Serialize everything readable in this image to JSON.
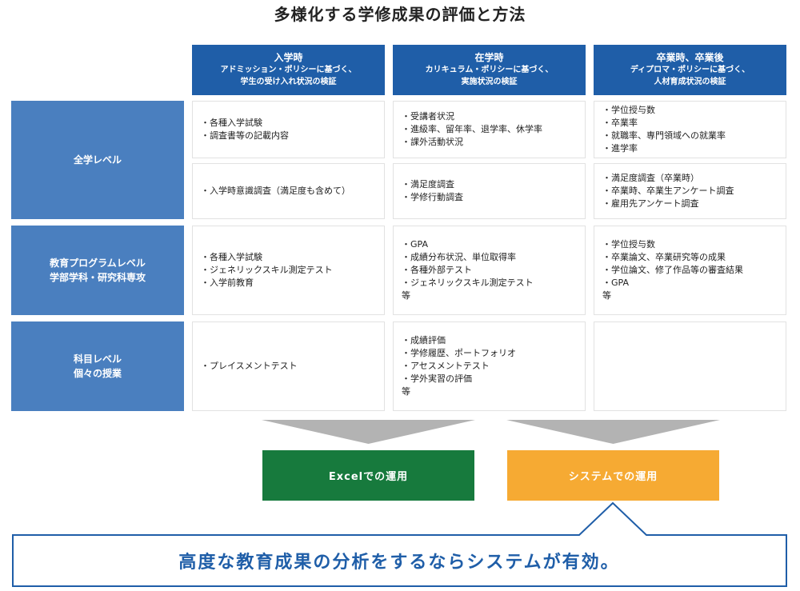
{
  "title": "多様化する学修成果の評価と方法",
  "columns": [
    {
      "title": "入学時",
      "line1": "アドミッション・ポリシーに基づく、",
      "line2": "学生の受け入れ状況の検証"
    },
    {
      "title": "在学時",
      "line1": "カリキュラム・ポリシーに基づく、",
      "line2": "実施状況の検証"
    },
    {
      "title": "卒業時、卒業後",
      "line1": "ディプロマ・ポリシーに基づく、",
      "line2": "人材育成状況の検証"
    }
  ],
  "rows": [
    {
      "label1": "全学レベル",
      "label2": ""
    },
    {
      "label1": "教育プログラムレベル",
      "label2": "学部学科・研究科専攻"
    },
    {
      "label1": "科目レベル",
      "label2": "個々の授業"
    }
  ],
  "cells": {
    "r0a_c0": [
      "・各種入学試験",
      "・調査書等の記載内容"
    ],
    "r0a_c1": [
      "・受講者状況",
      "・進級率、留年率、退学率、休学率",
      "・課外活動状況"
    ],
    "r0a_c2": [
      "・学位授与数",
      "・卒業率",
      "・就職率、専門領域への就業率",
      "・進学率"
    ],
    "r0b_c0": [
      "・入学時意識調査（満足度も含めて）"
    ],
    "r0b_c1": [
      "・満足度調査",
      "・学修行動調査"
    ],
    "r0b_c2": [
      "・満足度調査（卒業時）",
      "・卒業時、卒業生アンケート調査",
      "・雇用先アンケート調査"
    ],
    "r1_c0": [
      "・各種入学試験",
      "・ジェネリックスキル測定テスト",
      "・入学前教育"
    ],
    "r1_c1": [
      "・GPA",
      "・成績分布状況、単位取得率",
      "・各種外部テスト",
      "・ジェネリックスキル測定テスト",
      "等"
    ],
    "r1_c2": [
      "・学位授与数",
      "・卒業論文、卒業研究等の成果",
      "・学位論文、修了作品等の審査結果",
      "・GPA",
      "等"
    ],
    "r2_c0": [
      "・プレイスメントテスト"
    ],
    "r2_c1": [
      "・成績評価",
      "・学修履歴、ポートフォリオ",
      "・アセスメントテスト",
      "・学外実習の評価",
      "等"
    ],
    "r2_c2": []
  },
  "buttons": {
    "excel": "Excelでの運用",
    "system": "システムでの運用"
  },
  "callout": "高度な教育成果の分析をするならシステムが有効。",
  "colors": {
    "header_blue": "#1f5ea8",
    "row_blue": "#4a7fbf",
    "excel_green": "#177a3d",
    "system_orange": "#f6aa33",
    "arrow_gray": "#b3b3b3"
  }
}
